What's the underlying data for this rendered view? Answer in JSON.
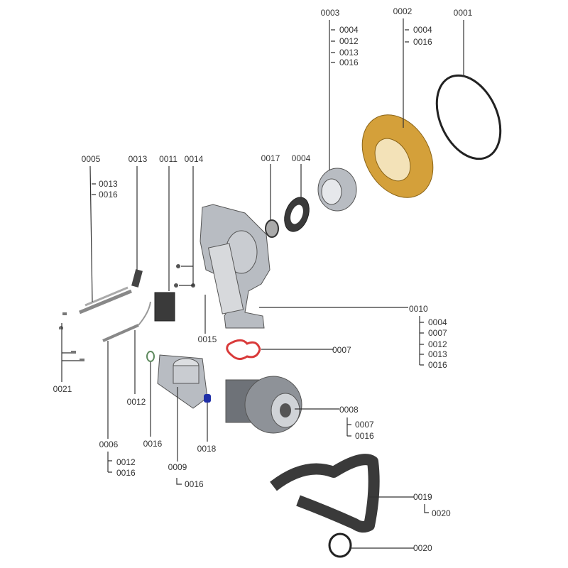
{
  "colors": {
    "text": "#333333",
    "gold": "#d4a03a",
    "gray": "#b8bcc2",
    "dark": "#3a3a3a",
    "red": "#d93a3a",
    "green": "#5f8a5f",
    "blue": "#1f2fa8"
  },
  "callouts": {
    "p0001": "0001",
    "p0002": {
      "id": "0002",
      "subs": [
        "0004",
        "0016"
      ]
    },
    "p0003": {
      "id": "0003",
      "subs": [
        "0004",
        "0012",
        "0013",
        "0016"
      ]
    },
    "p0004": "0004",
    "p0005": {
      "id": "0005",
      "subs": [
        "0013",
        "0016"
      ]
    },
    "p0006": {
      "id": "0006",
      "subs": [
        "0012",
        "0016"
      ]
    },
    "p0007": "0007",
    "p0008": {
      "id": "0008",
      "subs": [
        "0007",
        "0016"
      ]
    },
    "p0009": {
      "id": "0009",
      "subs": [
        "0016"
      ]
    },
    "p0010": {
      "id": "0010",
      "subs": [
        "0004",
        "0007",
        "0012",
        "0013",
        "0016"
      ]
    },
    "p0011": "0011",
    "p0012": "0012",
    "p0013": "0013",
    "p0014": "0014",
    "p0015": "0015",
    "p0016": "0016",
    "p0017": "0017",
    "p0018": "0018",
    "p0019": {
      "id": "0019",
      "subs": [
        "0020"
      ]
    },
    "p0020": "0020",
    "p0021": "0021"
  }
}
